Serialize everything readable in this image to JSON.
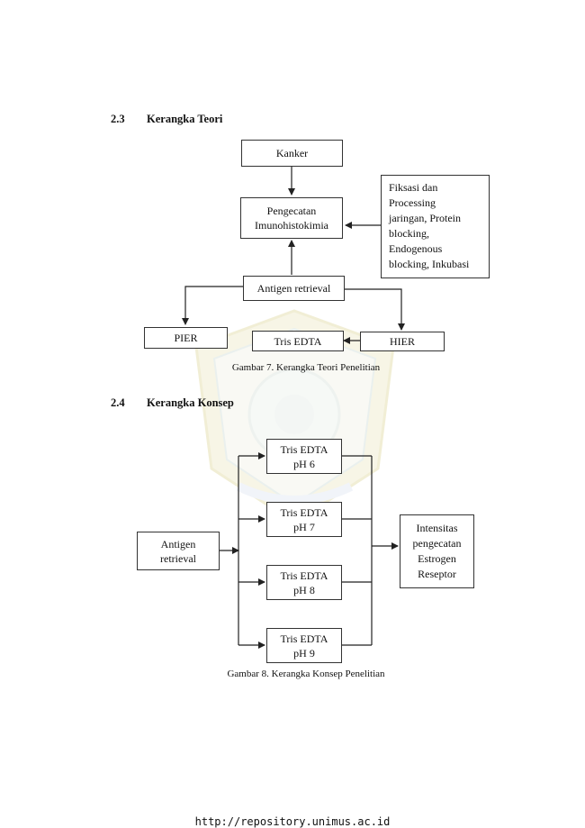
{
  "section_2_3": {
    "number": "2.3",
    "title": "Kerangka Teori"
  },
  "diagram1": {
    "kanker": "Kanker",
    "pengecatan_l1": "Pengecatan",
    "pengecatan_l2": "Imunohistokimia",
    "fiksasi_lines": [
      "Fiksasi dan",
      "Processing",
      "jaringan, Protein",
      "blocking,",
      "Endogenous",
      "blocking, Inkubasi"
    ],
    "antigen": "Antigen retrieval",
    "pier": "PIER",
    "tris": "Tris EDTA",
    "hier": "HIER",
    "caption": "Gambar 7. Kerangka Teori Penelitian"
  },
  "section_2_4": {
    "number": "2.4",
    "title": "Kerangka Konsep"
  },
  "diagram2": {
    "antigen_l1": "Antigen",
    "antigen_l2": "retrieval",
    "tris_label": "Tris EDTA",
    "ph_values": [
      "pH 6",
      "pH 7",
      "pH 8",
      "pH 9"
    ],
    "intensitas_lines": [
      "Intensitas",
      "pengecatan",
      "Estrogen",
      "Reseptor"
    ],
    "caption": "Gambar 8. Kerangka Konsep Penelitian"
  },
  "footer": "http://repository.unimus.ac.id"
}
